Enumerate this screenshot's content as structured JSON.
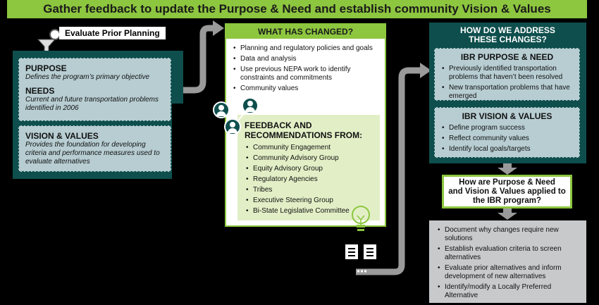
{
  "banner": "Gather feedback to update the Purpose & Need and establish community Vision & Values",
  "evaluate": "Evaluate Prior Planning",
  "left": {
    "purpose_title": "PURPOSE",
    "purpose_text": "Defines the program’s primary objective",
    "needs_title": "NEEDS",
    "needs_text": "Current and future transportation problems identified in 2006",
    "vv_title": "VISION & VALUES",
    "vv_text": "Provides the foundation for developing criteria and performance measures used to evaluate alternatives"
  },
  "changed": {
    "title": "WHAT HAS CHANGED?",
    "items": [
      "Planning and regulatory policies and goals",
      "Data and analysis",
      "Use previous NEPA work to identify constraints and commitments",
      "Community values"
    ]
  },
  "feedback": {
    "title_line1": "FEEDBACK AND",
    "title_line2": "RECOMMENDATIONS FROM:",
    "items": [
      "Community Engagement",
      "Community Advisory Group",
      "Equity Advisory Group",
      "Regulatory Agencies",
      "Tribes",
      "Executive Steering Group",
      "Bi-State Legislative Committee"
    ]
  },
  "address": {
    "title_line1": "HOW DO WE ADDRESS",
    "title_line2": "THESE CHANGES?",
    "pn_title": "IBR PURPOSE & NEED",
    "pn_items": [
      "Previously identified transportation problems that haven’t been resolved",
      "New transportation problems that have emerged"
    ],
    "vv_title": "IBR VISION & VALUES",
    "vv_items": [
      "Define program success",
      "Reflect community values",
      "Identify local goals/targets"
    ]
  },
  "applied": {
    "line1": "How are Purpose & Need",
    "line2": "and Vision & Values applied to",
    "line3": "the IBR program?"
  },
  "outcomes": [
    "Document why changes require new solutions",
    "Establish evaluation criteria to screen alternatives",
    "Evaluate prior alternatives and inform development of new alternatives",
    "Identify/modify a Locally Preferred Alternative"
  ],
  "colors": {
    "green": "#8dc63f",
    "teal": "#0e4f4d",
    "light_blue": "#b7cdd2",
    "light_green": "#e2efc6",
    "gray": "#c8c9cb"
  }
}
